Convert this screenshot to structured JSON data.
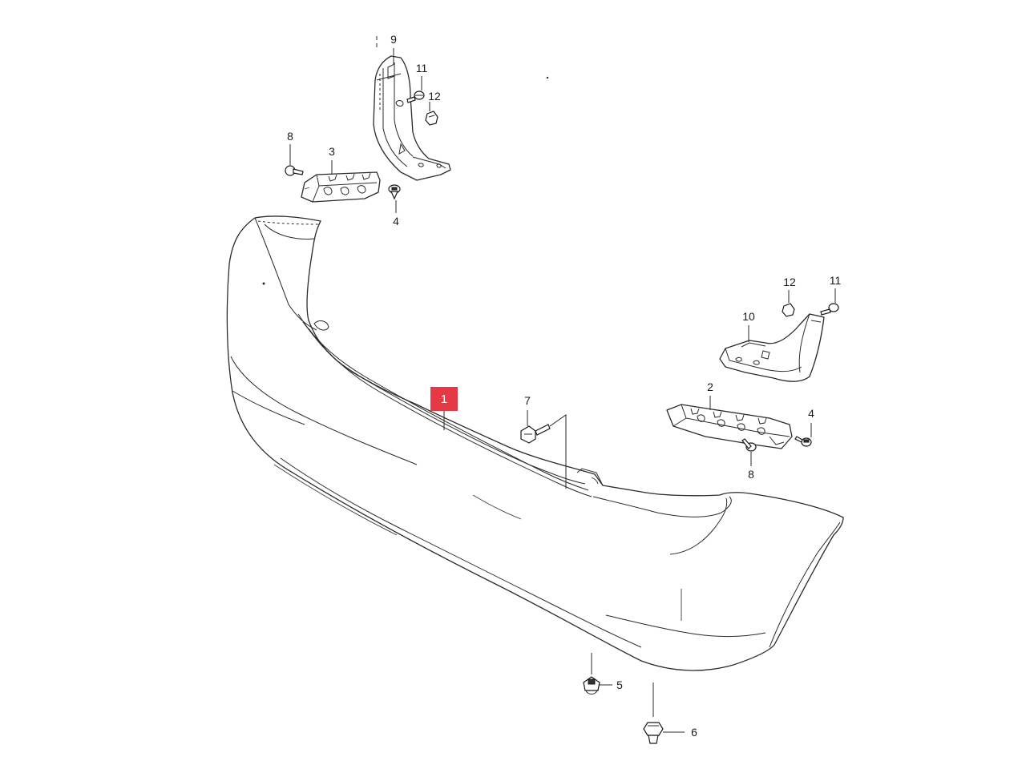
{
  "callouts": {
    "main_part": "1",
    "bracket_right_lower": "2",
    "bracket_left_lower": "3",
    "screw_left": "4",
    "screw_right": "4",
    "clip_lower_5": "5",
    "clip_lower_6": "6",
    "bolt_center": "7",
    "bolt_left": "8",
    "bolt_right": "8",
    "bracket_left_upper": "9",
    "bracket_right_upper": "10",
    "screw_left_upper": "11",
    "screw_right_upper": "11",
    "nut_left_upper": "12",
    "nut_right_upper": "12"
  },
  "colors": {
    "highlight": "#e63946",
    "line": "#2a2a2a",
    "background": "#ffffff"
  }
}
